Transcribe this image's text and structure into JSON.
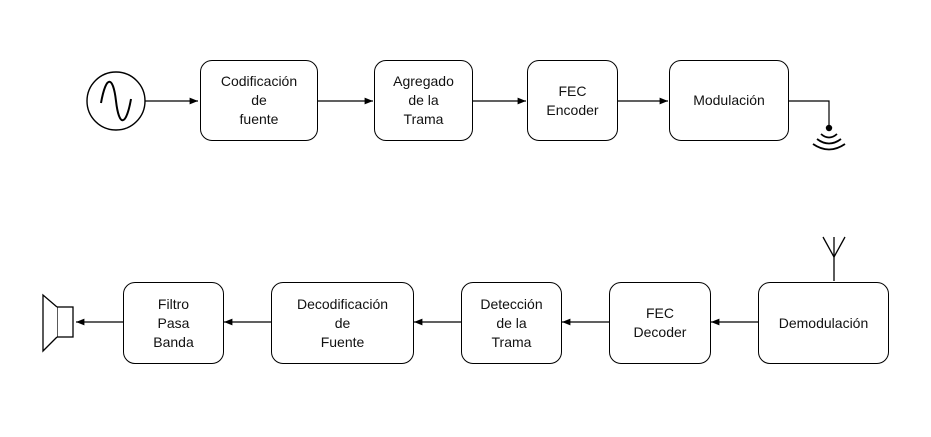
{
  "diagram": {
    "transmitter": {
      "source_icon": "sine-wave-source-icon",
      "blocks": [
        {
          "id": "source-coding",
          "label": "Codificación\nde\nfuente"
        },
        {
          "id": "framing",
          "label": "Agregado\nde la\nTrama"
        },
        {
          "id": "fec-encoder",
          "label": "FEC\nEncoder"
        },
        {
          "id": "modulation",
          "label": "Modulación"
        }
      ],
      "output_icon": "transmit-signal-icon"
    },
    "receiver": {
      "input_icon": "antenna-icon",
      "blocks": [
        {
          "id": "demodulation",
          "label": "Demodulación"
        },
        {
          "id": "fec-decoder",
          "label": "FEC\nDecoder"
        },
        {
          "id": "frame-detection",
          "label": "Detección\nde la\nTrama"
        },
        {
          "id": "source-decoding",
          "label": "Decodificación\nde\nFuente"
        },
        {
          "id": "bandpass-filter",
          "label": "Filtro\nPasa\nBanda"
        }
      ],
      "output_icon": "speaker-icon"
    },
    "colors": {
      "stroke": "#000000",
      "background": "#ffffff",
      "text": "#111111"
    }
  }
}
